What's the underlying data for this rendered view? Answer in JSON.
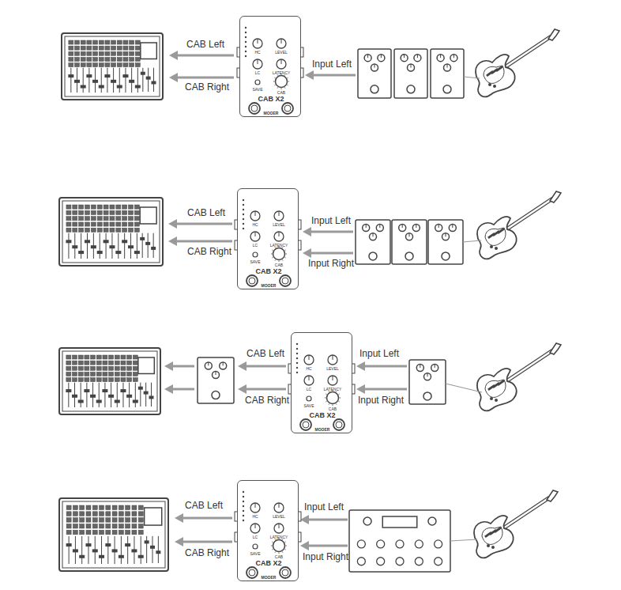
{
  "diagram": {
    "nodes": [
      {
        "text": [
          "HC",
          "LEVEL",
          "LC",
          "LATENCY",
          "SAVE",
          "CAB",
          "CAB X2",
          "MOOER"
        ]
      },
      {
        "text": [
          "HC",
          "LEVEL",
          "LC",
          "LATENCY",
          "SAVE",
          "CAB",
          "CAB X2",
          "MOOER"
        ]
      },
      {
        "text": [
          "HC",
          "LEVEL",
          "LC",
          "LATENCY",
          "SAVE",
          "CAB",
          "CAB X2",
          "MOOER"
        ]
      },
      {
        "text": [
          "HC",
          "LEVEL",
          "LC",
          "LATENCY",
          "SAVE",
          "CAB",
          "CAB X2",
          "MOOER"
        ]
      }
    ],
    "labels": [
      "CAB Left",
      "CAB Right",
      "Input Left",
      "CAB Left",
      "CAB Right",
      "Input Left",
      "Input Right",
      "CAB Left",
      "CAB Right",
      "Input Left",
      "Input Right",
      "CAB Left",
      "CAB Right",
      "Input Left",
      "Input Right"
    ]
  }
}
